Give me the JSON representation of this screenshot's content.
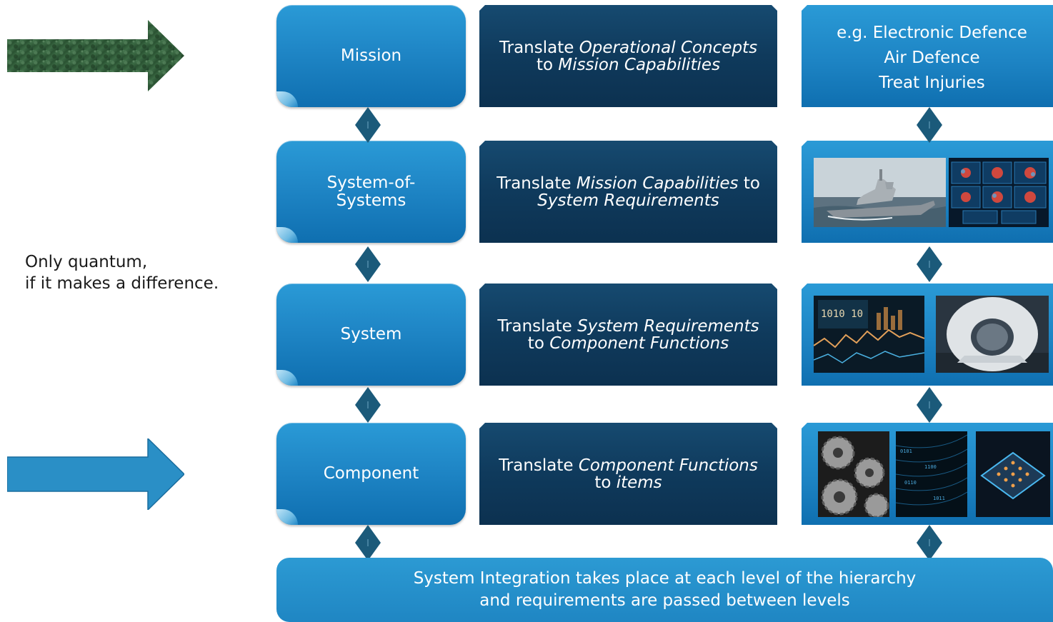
{
  "side_note": "Only quantum,\nif it makes a difference.",
  "levels": [
    {
      "label": "Mission"
    },
    {
      "label": "System-of-\nSystems"
    },
    {
      "label": "System"
    },
    {
      "label": "Component"
    }
  ],
  "translations": [
    {
      "prefix": "Translate ",
      "from": "Operational Concepts",
      "mid": "to ",
      "to": "Mission Capabilities",
      "suffix": ""
    },
    {
      "prefix": "Translate ",
      "from": "Mission Capabilities",
      "mid": " to",
      "to": "System Requirements",
      "suffix": ""
    },
    {
      "prefix": "Translate ",
      "from": "System Requirements",
      "mid": "to ",
      "to": "Component Functions",
      "suffix": ""
    },
    {
      "prefix": "Translate ",
      "from": "Component Functions",
      "mid": "to ",
      "to": "items",
      "suffix": ""
    }
  ],
  "examples": {
    "line1": "e.g. Electronic Defence",
    "line2": "Air Defence",
    "line3": "Treat Injuries"
  },
  "banner": "System Integration takes place at each level of the hierarchy\nand requirements are passed between levels",
  "colors": {
    "level_blue": "#1f86c6",
    "translate_navy": "#0f3a5c",
    "connector": "#1b5a7a",
    "arrow_blue": "#2a8fc6",
    "arrow_green": "#2f5e3a"
  },
  "images": [
    "naval-frigate-photo",
    "brain-scan-monitors-photo",
    "data-screens-photo",
    "mri-scanner-photo",
    "metal-gears-photo",
    "binary-data-stream-photo",
    "quantum-chip-photo"
  ]
}
